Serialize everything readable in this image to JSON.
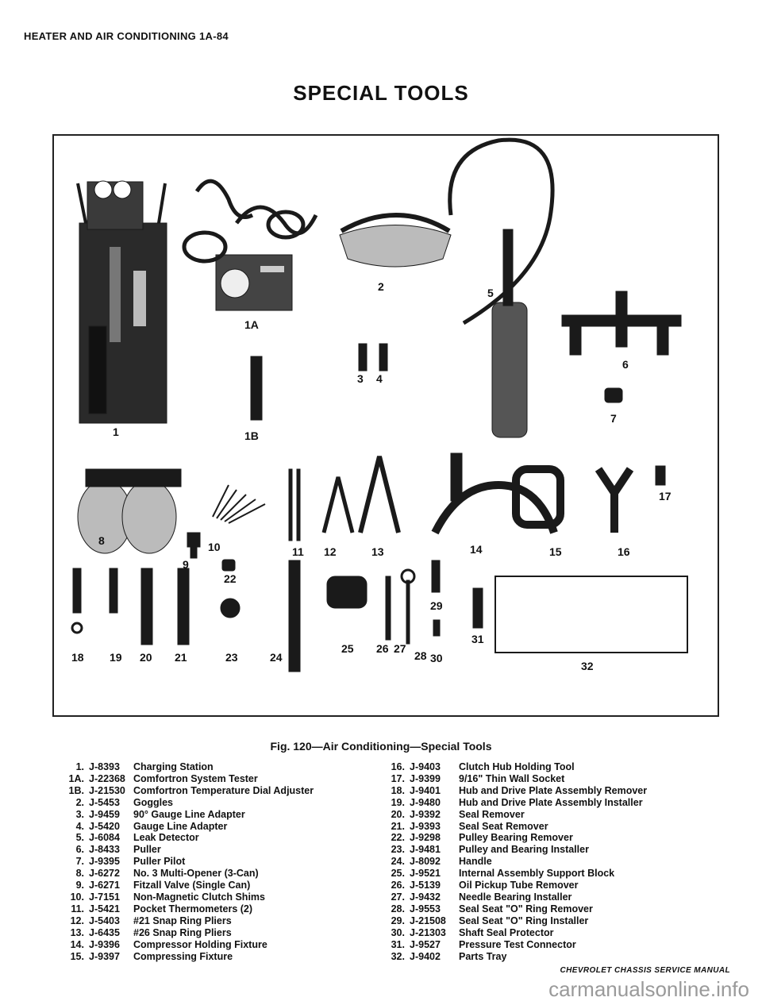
{
  "page": {
    "header": "HEATER AND AIR CONDITIONING 1A-84",
    "title": "SPECIAL TOOLS",
    "caption": "Fig. 120—Air Conditioning—Special Tools",
    "footer": "CHEVROLET CHASSIS SERVICE MANUAL",
    "watermark": "carmanualsonline.info"
  },
  "figure_labels": [
    "1",
    "1A",
    "1B",
    "2",
    "3",
    "4",
    "5",
    "6",
    "7",
    "8",
    "9",
    "10",
    "11",
    "12",
    "13",
    "14",
    "15",
    "16",
    "17",
    "18",
    "19",
    "20",
    "21",
    "22",
    "23",
    "24",
    "25",
    "26",
    "27",
    "28",
    "29",
    "30",
    "31",
    "32"
  ],
  "tools_left": [
    {
      "num": "1.",
      "part": "J-8393",
      "desc": "Charging Station"
    },
    {
      "num": "1A.",
      "part": "J-22368",
      "desc": "Comfortron System Tester"
    },
    {
      "num": "1B.",
      "part": "J-21530",
      "desc": "Comfortron Temperature Dial Adjuster"
    },
    {
      "num": "2.",
      "part": "J-5453",
      "desc": "Goggles"
    },
    {
      "num": "3.",
      "part": "J-9459",
      "desc": "90° Gauge Line Adapter"
    },
    {
      "num": "4.",
      "part": "J-5420",
      "desc": "Gauge Line Adapter"
    },
    {
      "num": "5.",
      "part": "J-6084",
      "desc": "Leak Detector"
    },
    {
      "num": "6.",
      "part": "J-8433",
      "desc": "Puller"
    },
    {
      "num": "7.",
      "part": "J-9395",
      "desc": "Puller Pilot"
    },
    {
      "num": "8.",
      "part": "J-6272",
      "desc": "No. 3 Multi-Opener (3-Can)"
    },
    {
      "num": "9.",
      "part": "J-6271",
      "desc": "Fitzall Valve (Single Can)"
    },
    {
      "num": "10.",
      "part": "J-7151",
      "desc": "Non-Magnetic Clutch Shims"
    },
    {
      "num": "11.",
      "part": "J-5421",
      "desc": "Pocket Thermometers (2)"
    },
    {
      "num": "12.",
      "part": "J-5403",
      "desc": "#21 Snap Ring Pliers"
    },
    {
      "num": "13.",
      "part": "J-6435",
      "desc": "#26 Snap Ring Pliers"
    },
    {
      "num": "14.",
      "part": "J-9396",
      "desc": "Compressor Holding Fixture"
    },
    {
      "num": "15.",
      "part": "J-9397",
      "desc": "Compressing Fixture"
    }
  ],
  "tools_right": [
    {
      "num": "16.",
      "part": "J-9403",
      "desc": "Clutch Hub Holding Tool"
    },
    {
      "num": "17.",
      "part": "J-9399",
      "desc": "9/16\" Thin Wall Socket"
    },
    {
      "num": "18.",
      "part": "J-9401",
      "desc": "Hub and Drive Plate Assembly Remover"
    },
    {
      "num": "19.",
      "part": "J-9480",
      "desc": "Hub and Drive Plate Assembly Installer"
    },
    {
      "num": "20.",
      "part": "J-9392",
      "desc": "Seal Remover"
    },
    {
      "num": "21.",
      "part": "J-9393",
      "desc": "Seal Seat Remover"
    },
    {
      "num": "22.",
      "part": "J-9298",
      "desc": "Pulley Bearing Remover"
    },
    {
      "num": "23.",
      "part": "J-9481",
      "desc": "Pulley and Bearing Installer"
    },
    {
      "num": "24.",
      "part": "J-8092",
      "desc": "Handle"
    },
    {
      "num": "25.",
      "part": "J-9521",
      "desc": "Internal Assembly Support Block"
    },
    {
      "num": "26.",
      "part": "J-5139",
      "desc": "Oil Pickup Tube Remover"
    },
    {
      "num": "27.",
      "part": "J-9432",
      "desc": "Needle Bearing Installer"
    },
    {
      "num": "28.",
      "part": "J-9553",
      "desc": "Seal Seat \"O\" Ring Remover"
    },
    {
      "num": "29.",
      "part": "J-21508",
      "desc": "Seal Seat \"O\" Ring Installer"
    },
    {
      "num": "30.",
      "part": "J-21303",
      "desc": "Shaft Seal Protector"
    },
    {
      "num": "31.",
      "part": "J-9527",
      "desc": "Pressure Test Connector"
    },
    {
      "num": "32.",
      "part": "J-9402",
      "desc": "Parts Tray"
    }
  ]
}
